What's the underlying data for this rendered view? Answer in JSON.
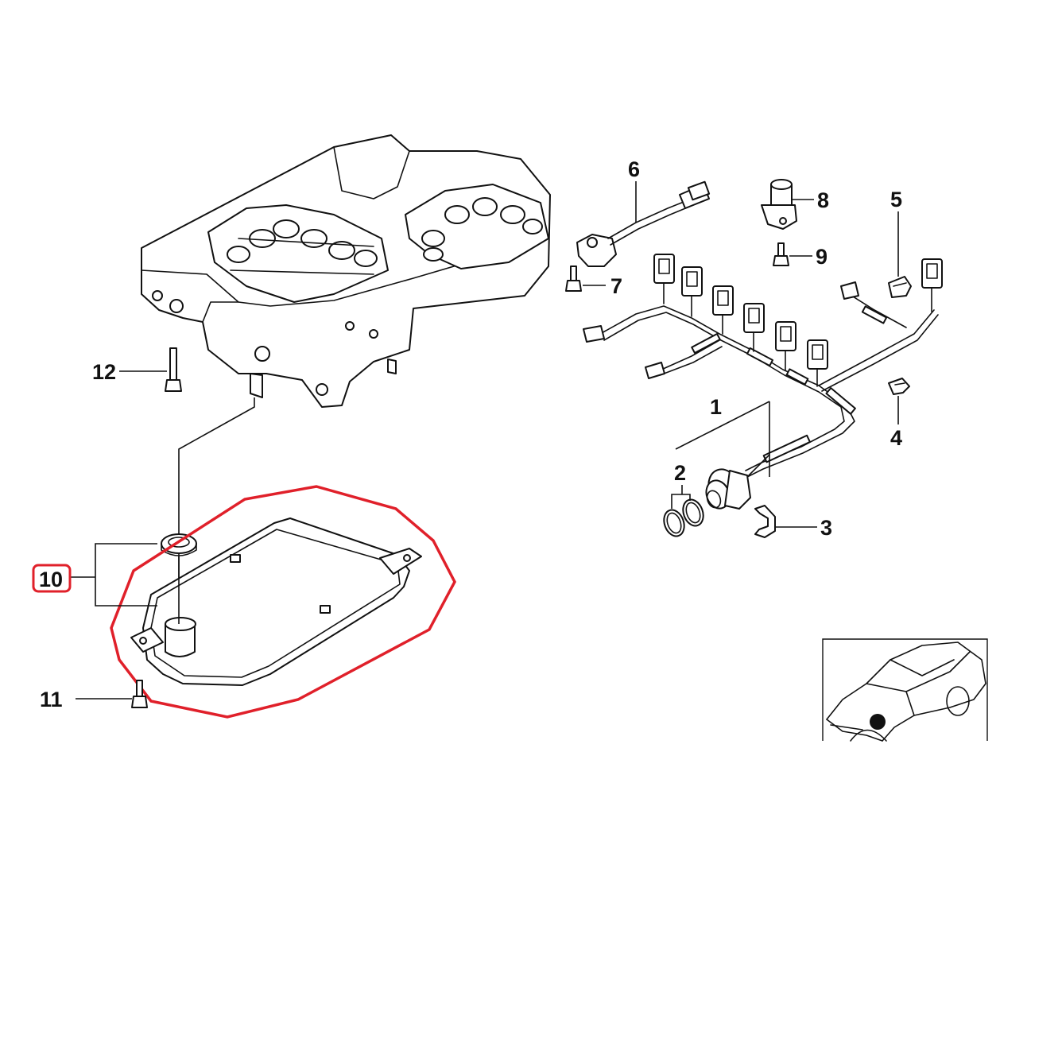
{
  "callouts": {
    "c1": "1",
    "c2": "2",
    "c3": "3",
    "c4": "4",
    "c5": "5",
    "c6": "6",
    "c7": "7",
    "c8": "8",
    "c9": "9",
    "c10": "10",
    "c11": "11",
    "c12": "12"
  },
  "highlight": {
    "part": "10",
    "color": "#e0202a"
  },
  "colors": {
    "line": "#111111",
    "background": "#ffffff"
  }
}
